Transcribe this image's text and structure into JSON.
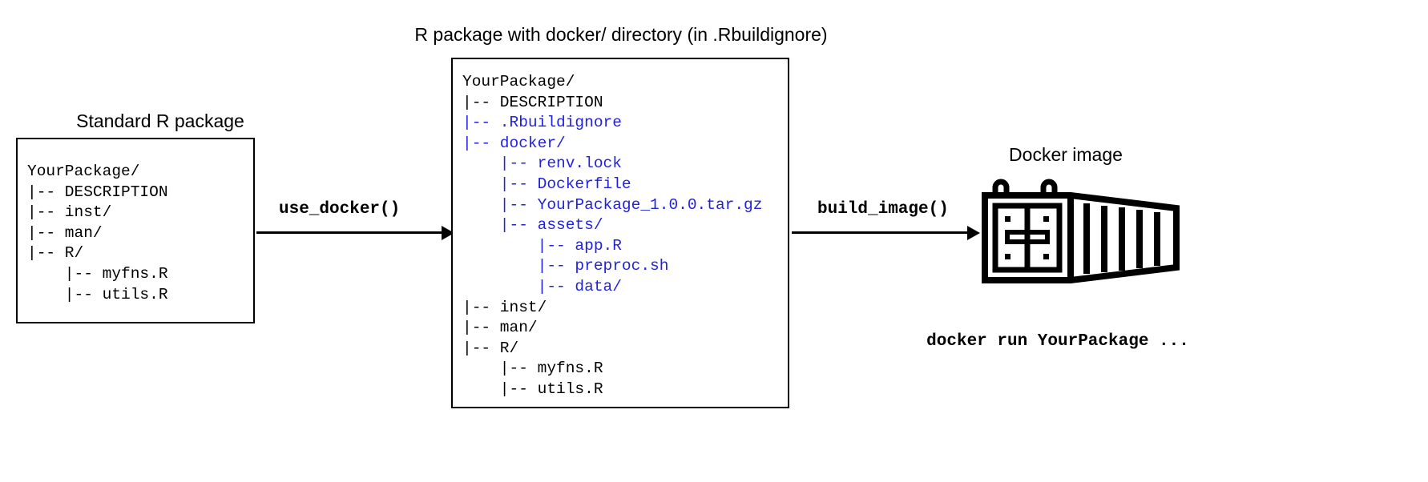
{
  "diagram": {
    "title_left": "Standard R package",
    "title_middle": "R package with docker/ directory (in .Rbuildignore)",
    "title_right": "Docker image",
    "arrow1_label": "use_docker()",
    "arrow2_label": "build_image()",
    "run_command": "docker run YourPackage ...",
    "colors": {
      "highlight": "#2222dd",
      "text": "#000000",
      "background": "#ffffff",
      "border": "#000000"
    }
  },
  "left_tree": {
    "lines": [
      {
        "text": "YourPackage/",
        "highlight": false
      },
      {
        "text": "|-- DESCRIPTION",
        "highlight": false
      },
      {
        "text": "|-- inst/",
        "highlight": false
      },
      {
        "text": "|-- man/",
        "highlight": false
      },
      {
        "text": "|-- R/",
        "highlight": false
      },
      {
        "text": "    |-- myfns.R",
        "highlight": false
      },
      {
        "text": "    |-- utils.R",
        "highlight": false
      }
    ]
  },
  "middle_tree": {
    "lines": [
      {
        "text": "YourPackage/",
        "highlight": false
      },
      {
        "text": "|-- DESCRIPTION",
        "highlight": false
      },
      {
        "text": "|-- .Rbuildignore",
        "highlight": true
      },
      {
        "text": "|-- docker/",
        "highlight": true
      },
      {
        "text": "    |-- renv.lock",
        "highlight": true
      },
      {
        "text": "    |-- Dockerfile",
        "highlight": true
      },
      {
        "text": "    |-- YourPackage_1.0.0.tar.gz",
        "highlight": true
      },
      {
        "text": "    |-- assets/",
        "highlight": true
      },
      {
        "text": "        |-- app.R",
        "highlight": true
      },
      {
        "text": "        |-- preproc.sh",
        "highlight": true
      },
      {
        "text": "        |-- data/",
        "highlight": true
      },
      {
        "text": "|-- inst/",
        "highlight": false
      },
      {
        "text": "|-- man/",
        "highlight": false
      },
      {
        "text": "|-- R/",
        "highlight": false
      },
      {
        "text": "    |-- myfns.R",
        "highlight": false
      },
      {
        "text": "    |-- utils.R",
        "highlight": false
      }
    ]
  }
}
